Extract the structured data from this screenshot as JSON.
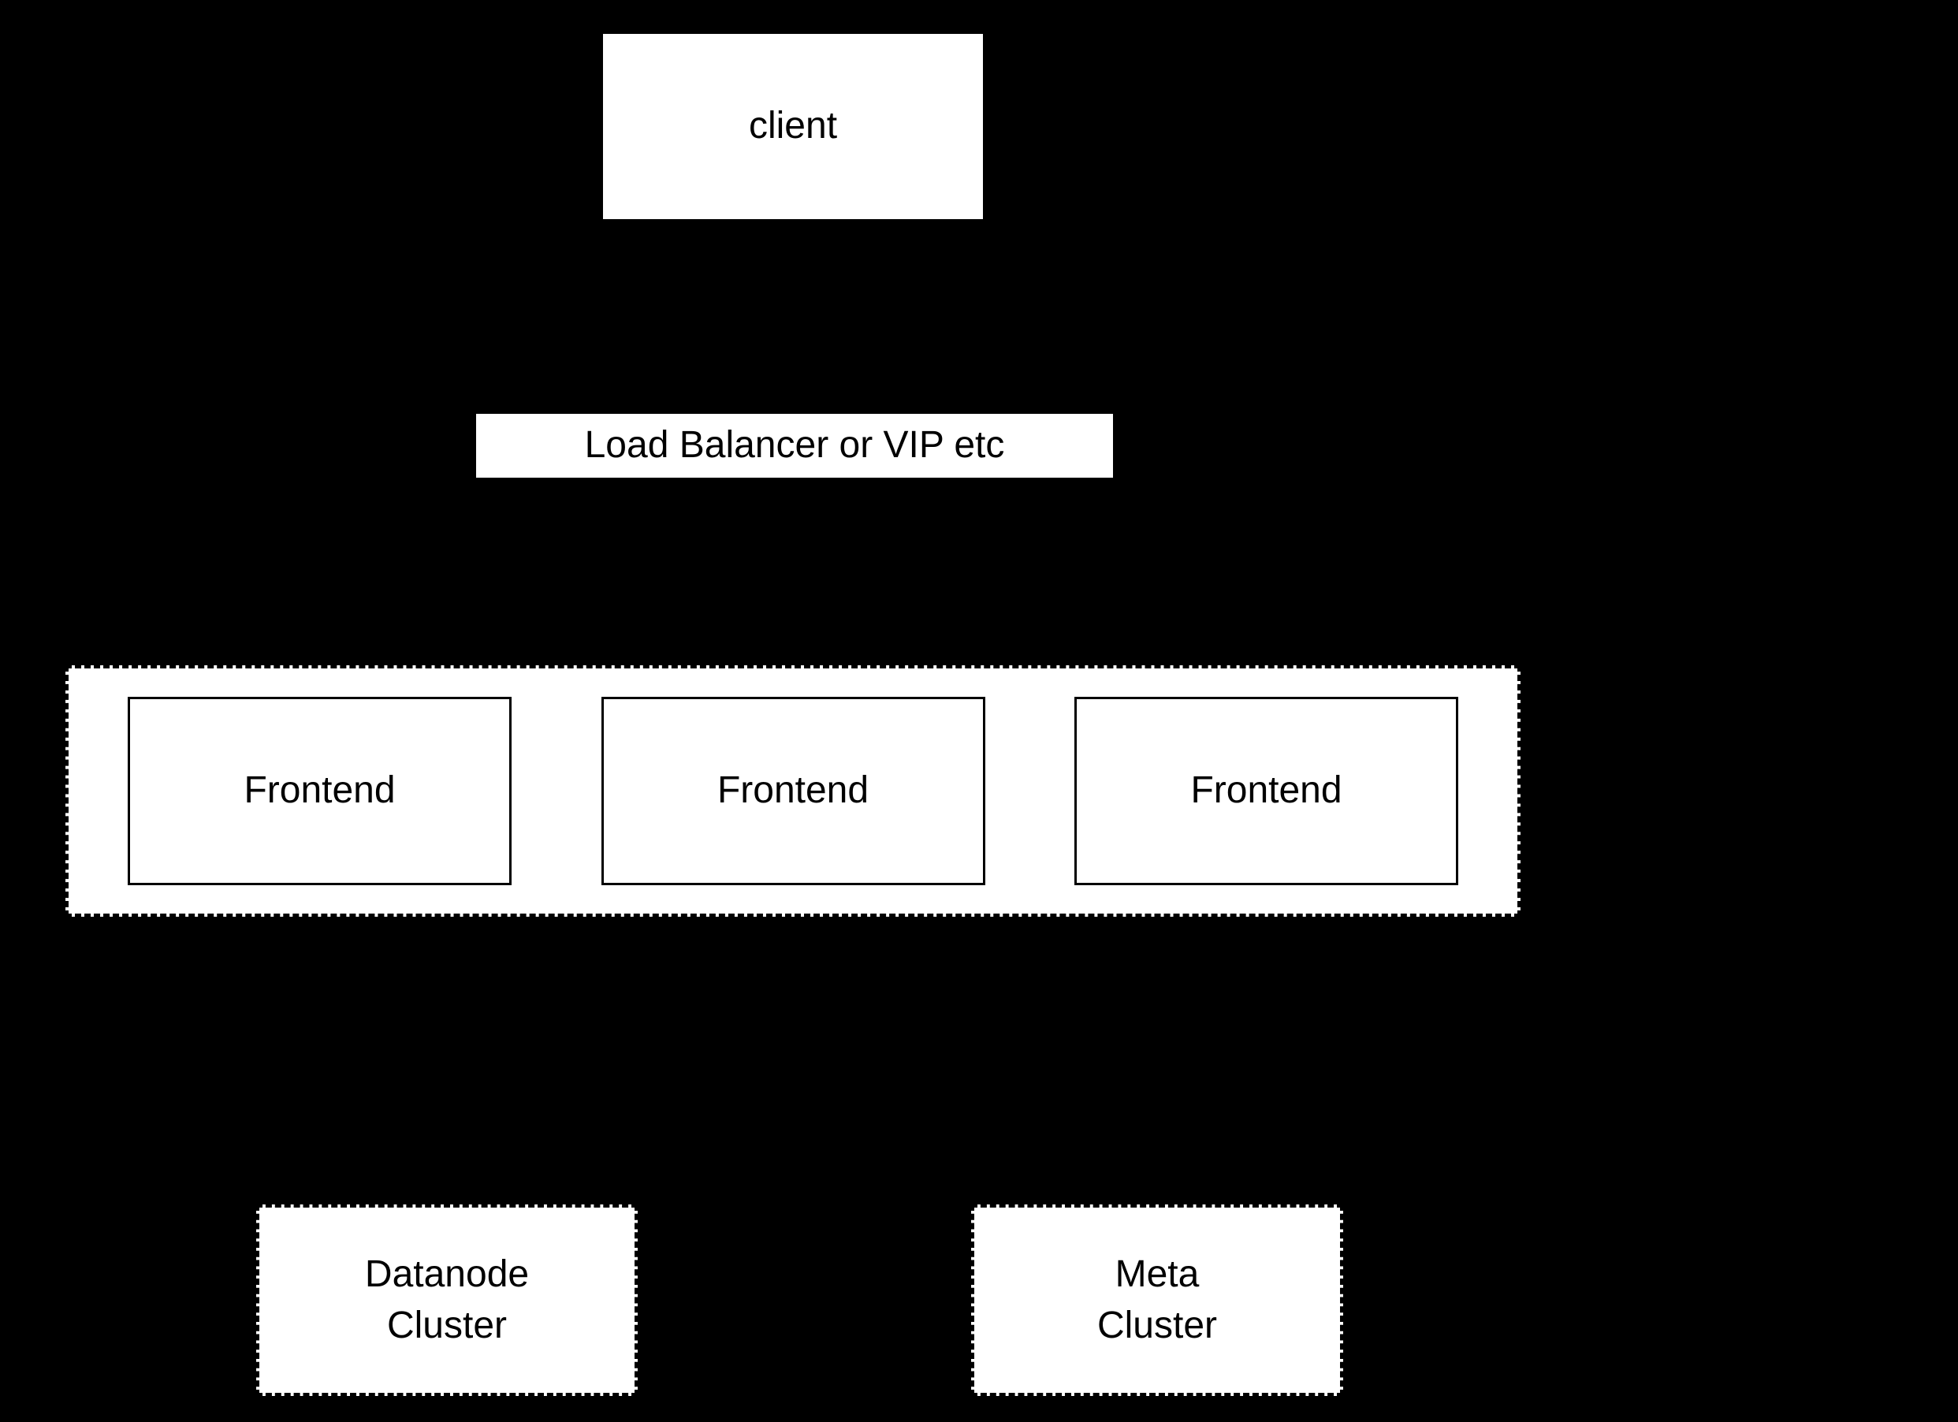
{
  "colors": {
    "background": "#000000",
    "node_fill": "#ffffff",
    "border": "#000000",
    "text": "#000000"
  },
  "nodes": {
    "client": {
      "label": "client"
    },
    "load_balancer": {
      "label": "Load Balancer or VIP etc"
    },
    "frontends": [
      {
        "label": "Frontend"
      },
      {
        "label": "Frontend"
      },
      {
        "label": "Frontend"
      }
    ],
    "datanode_cluster": {
      "label": "Datanode\nCluster"
    },
    "meta_cluster": {
      "label": "Meta\nCluster"
    }
  }
}
